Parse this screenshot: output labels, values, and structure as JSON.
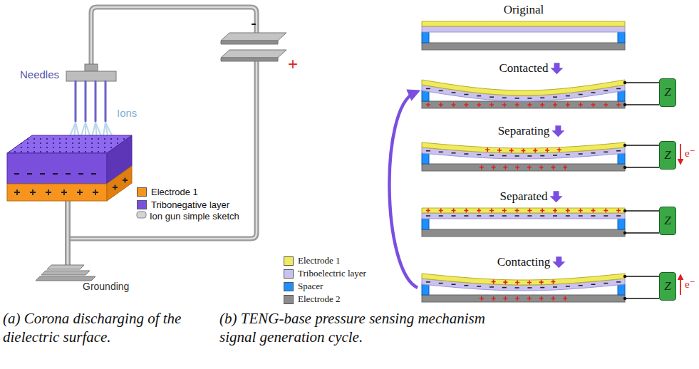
{
  "diagram": {
    "nodes": [
      {
        "text": [
          "Z"
        ]
      },
      {
        "text": [
          "Z"
        ]
      },
      {
        "text": [
          "Z"
        ]
      },
      {
        "text": [
          "Z"
        ]
      }
    ],
    "labels": [
      "Needles",
      "Ions",
      "-",
      "+",
      "Grounding",
      "(a) Corona discharging of the dielectric surface.",
      "Original",
      "Contacted",
      "Separating",
      "Separated",
      "Contacting",
      "e⁻",
      "e⁻",
      "(b) TENG-base pressure sensing mechanism signal generation cycle."
    ],
    "legend": [
      {
        "text": "Electrode 1",
        "color": "#f7941d"
      },
      {
        "text": "Tribonegative layer",
        "color": "#7b4fe0"
      },
      {
        "text": "Ion gun simple sketch"
      },
      {
        "text": "Electrode 1",
        "color": "#f0ea5c"
      },
      {
        "text": "Triboelectric layer",
        "color": "#c9c2f0"
      },
      {
        "text": "Spacer",
        "color": "#1e8fff"
      },
      {
        "text": "Electrode 2",
        "color": "#8c8c8c"
      }
    ]
  }
}
